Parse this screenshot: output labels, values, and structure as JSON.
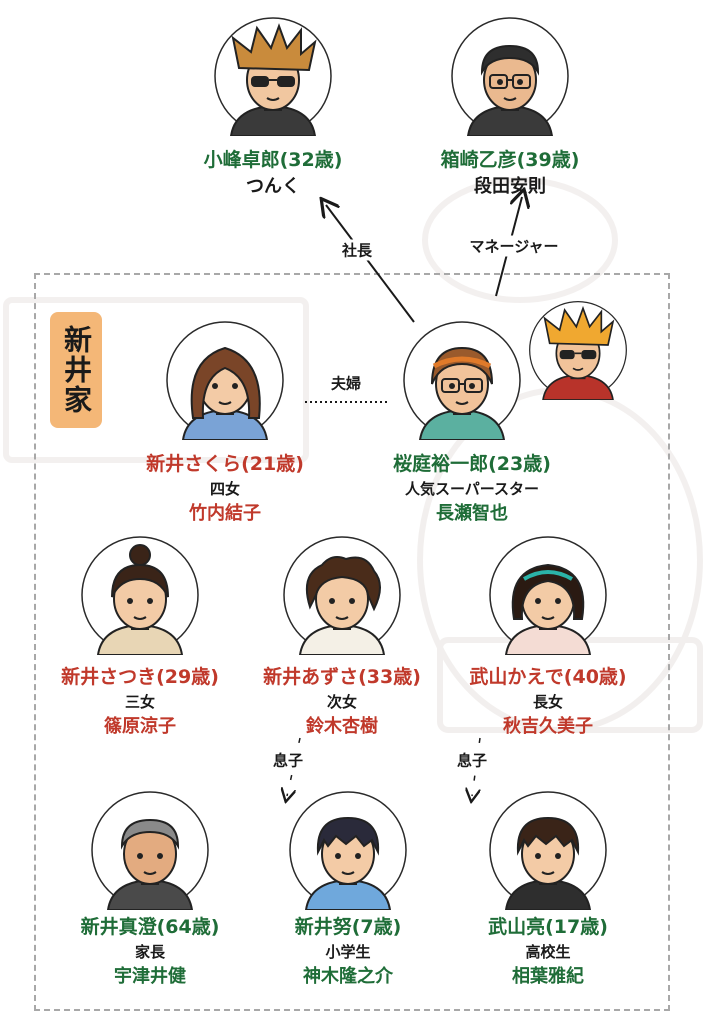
{
  "family_label": "新井家",
  "relations": {
    "shacho": "社長",
    "manager": "マネージャー",
    "fufu": "夫婦",
    "musuko_1": "息子",
    "musuko_2": "息子"
  },
  "people": [
    {
      "id": "komine",
      "name": "小峰卓郎(32歳)",
      "role": "",
      "actor": "つんく",
      "name_color": "green",
      "actor_color": "black",
      "avatar": {
        "skin": "#f1c7a0",
        "hair": "#c98b3c",
        "shirt": "#3a3a3a",
        "glasses": "sunglasses",
        "hair_style": "spiky"
      }
    },
    {
      "id": "hakozaki",
      "name": "箱崎乙彦(39歳)",
      "role": "",
      "actor": "段田安則",
      "name_color": "green",
      "actor_color": "black",
      "avatar": {
        "skin": "#eab98f",
        "hair": "#2e2e2e",
        "shirt": "#3a3a3a",
        "glasses": "clear",
        "hair_style": "short"
      }
    },
    {
      "id": "sakura",
      "name": "新井さくら(21歳)",
      "role": "四女",
      "actor": "竹内結子",
      "name_color": "red",
      "actor_color": "red",
      "avatar": {
        "skin": "#f3cba6",
        "hair": "#7a4528",
        "shirt": "#7aa3d6",
        "glasses": "none",
        "hair_style": "long"
      }
    },
    {
      "id": "sakuraba",
      "name": "桜庭裕一郎(23歳)",
      "role": "人気スーパースター",
      "actor": "長瀬智也",
      "name_color": "green",
      "actor_color": "green",
      "avatar": {
        "skin": "#f1c39a",
        "hair": "#9a5a2c",
        "shirt": "#5bb0a0",
        "glasses": "clear",
        "hair_style": "band"
      }
    },
    {
      "id": "sakuraba_alt",
      "avatar": {
        "skin": "#f1c39a",
        "hair": "#f0a830",
        "shirt": "#b8332a",
        "glasses": "sunglasses",
        "hair_style": "spiky"
      }
    },
    {
      "id": "satsuki",
      "name": "新井さつき(29歳)",
      "role": "三女",
      "actor": "篠原涼子",
      "name_color": "red",
      "actor_color": "red",
      "avatar": {
        "skin": "#f3cba6",
        "hair": "#3a2418",
        "shirt": "#e8d6b5",
        "glasses": "none",
        "hair_style": "bun"
      }
    },
    {
      "id": "azusa",
      "name": "新井あずさ(33歳)",
      "role": "次女",
      "actor": "鈴木杏樹",
      "name_color": "red",
      "actor_color": "red",
      "avatar": {
        "skin": "#f3cba6",
        "hair": "#4a2c1a",
        "shirt": "#f4f0e6",
        "glasses": "none",
        "hair_style": "curly"
      }
    },
    {
      "id": "kaede",
      "name": "武山かえで(40歳)",
      "role": "長女",
      "actor": "秋吉久美子",
      "name_color": "red",
      "actor_color": "red",
      "avatar": {
        "skin": "#f3cba6",
        "hair": "#2a1a12",
        "shirt": "#f4dcd4",
        "glasses": "none",
        "hair_style": "bob"
      }
    },
    {
      "id": "masumi",
      "name": "新井真澄(64歳)",
      "role": "家長",
      "actor": "宇津井健",
      "name_color": "green",
      "actor_color": "green",
      "avatar": {
        "skin": "#e3ab80",
        "hair": "#8a8a8a",
        "shirt": "#4a4a4a",
        "glasses": "none",
        "hair_style": "short"
      }
    },
    {
      "id": "tsutomu",
      "name": "新井努(7歳)",
      "role": "小学生",
      "actor": "神木隆之介",
      "name_color": "green",
      "actor_color": "green",
      "avatar": {
        "skin": "#f3cba6",
        "hair": "#2a2a3a",
        "shirt": "#6fa8dc",
        "glasses": "none",
        "hair_style": "kid"
      }
    },
    {
      "id": "ryo",
      "name": "武山亮(17歳)",
      "role": "高校生",
      "actor": "相葉雅紀",
      "name_color": "green",
      "actor_color": "green",
      "avatar": {
        "skin": "#f3cba6",
        "hair": "#3a2418",
        "shirt": "#2e2e2e",
        "glasses": "none",
        "hair_style": "kid"
      }
    }
  ],
  "colors": {
    "green": "#1f6d38",
    "red": "#c0392b",
    "family_label_bg": "#f4b777",
    "box_border": "#a8a8a8"
  }
}
